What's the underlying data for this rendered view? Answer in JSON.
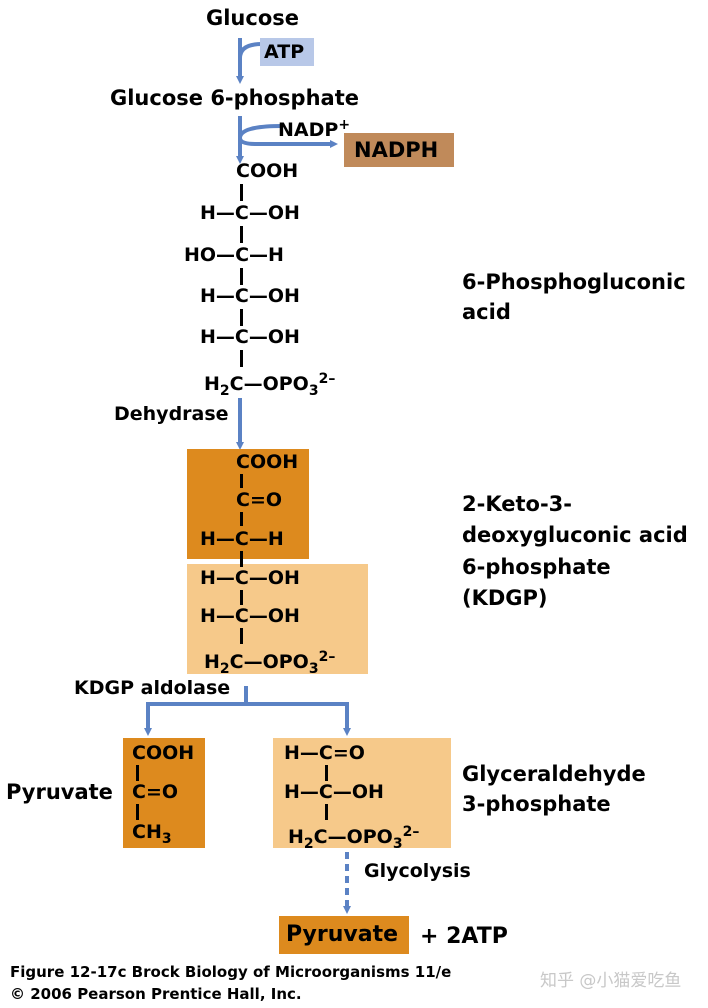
{
  "labels": {
    "glucose": "Glucose",
    "atp": "ATP",
    "glucose6p": "Glucose 6-phosphate",
    "nadp": "NADP",
    "nadp_charge": "+",
    "nadph": "NADPH",
    "phosphogluconic_line1": "6-Phosphogluconic",
    "phosphogluconic_line2": "acid",
    "dehydrase": "Dehydrase",
    "kdg_line1": "2-Keto-3-",
    "kdg_line2": "deoxygluconic acid",
    "kdg_line3": "6-phosphate",
    "kdg_line4": "(KDGP)",
    "kdgp_aldolase": "KDGP aldolase",
    "pyruvate": "Pyruvate",
    "g3p_line1": "Glyceraldehyde",
    "g3p_line2": "3-phosphate",
    "glycolysis": "Glycolysis",
    "pyruvate_final": "Pyruvate",
    "plus_atp": "+ 2ATP"
  },
  "formulas": {
    "cooh": "COOH",
    "h": "H",
    "c": "C",
    "oh": "OH",
    "ho": "HO",
    "dash": "—",
    "h2c_h": "H",
    "h2c_2": "2",
    "h2c_c": "C",
    "opo3": "—OPO",
    "opo3_sub": "3",
    "opo3_charge": "2–",
    "c_eq_o": "C=O",
    "ch": "CH",
    "ch_sub": "3",
    "h_dash": "H—",
    "dash_oh": "—OH",
    "dash_h": "—H",
    "ho_dash": "HO—"
  },
  "caption": {
    "line1": "Figure 12-17c  Brock Biology of Microorganisms 11/e",
    "line2": "© 2006 Pearson Prentice Hall, Inc."
  },
  "watermark": "知乎 @小猫爱吃鱼",
  "colors": {
    "arrow": "#5b82c4",
    "atp_box": "#b8c8e8",
    "nadph_box": "#c08a5a",
    "dark_orange": "#dd8a1e",
    "light_orange": "#f6c98a",
    "pyruvate_box": "#dd8a1e"
  }
}
